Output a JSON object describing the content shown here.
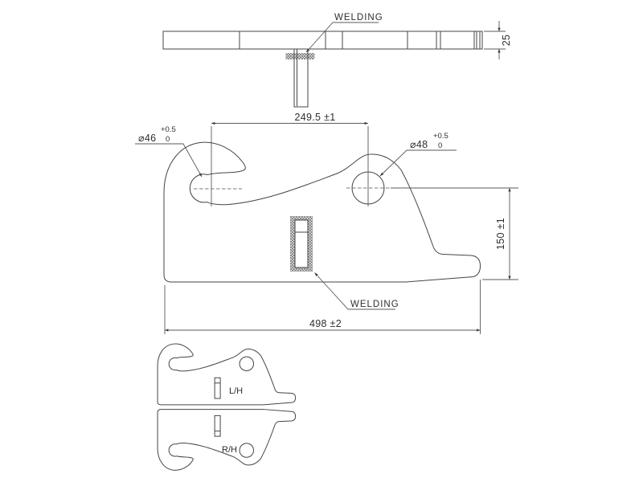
{
  "colors": {
    "background": "#ffffff",
    "line": "#454545",
    "text": "#2e2e2e",
    "centerline": "#7a7a7a"
  },
  "top_view": {
    "welding_label": "WELDING",
    "thickness_dim": "25"
  },
  "main_view": {
    "hole_spacing_dim": "249.5 ±1",
    "left_hole_dia": "⌀46",
    "left_hole_tol_upper": "+0.5",
    "left_hole_tol_lower": "0",
    "right_hole_dia": "⌀48",
    "right_hole_tol_upper": "+0.5",
    "right_hole_tol_lower": "0",
    "height_dim": "150 ±1",
    "overall_length_dim": "498 ±2",
    "welding_label": "WELDING"
  },
  "detail_views": {
    "left_hand_label": "L/H",
    "right_hand_label": "R/H"
  }
}
